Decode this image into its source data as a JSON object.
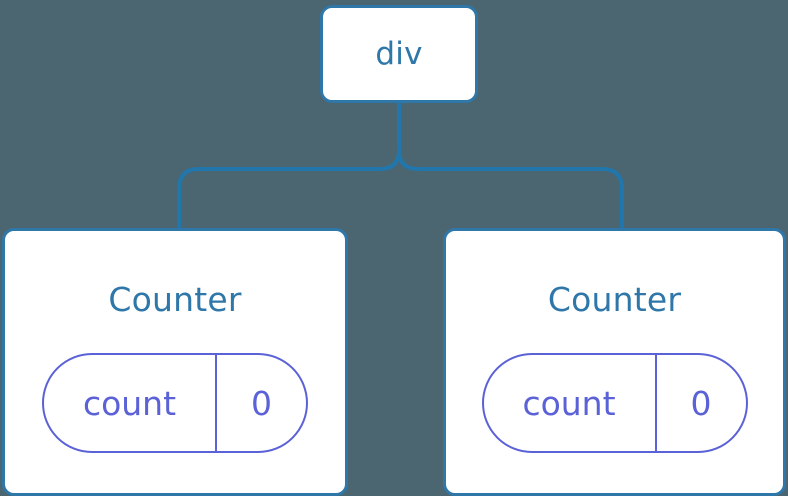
{
  "diagram": {
    "type": "component-tree",
    "background_color": "#4c6671",
    "node_border_color": "#2e77a8",
    "node_fill_color": "#ffffff",
    "node_label_color": "#2e77a8",
    "state_color": "#5b61d6",
    "connector_color": "#2176ab",
    "root": {
      "label": "div"
    },
    "children": [
      {
        "label": "Counter",
        "state": {
          "key": "count",
          "value": "0"
        }
      },
      {
        "label": "Counter",
        "state": {
          "key": "count",
          "value": "0"
        }
      }
    ]
  }
}
